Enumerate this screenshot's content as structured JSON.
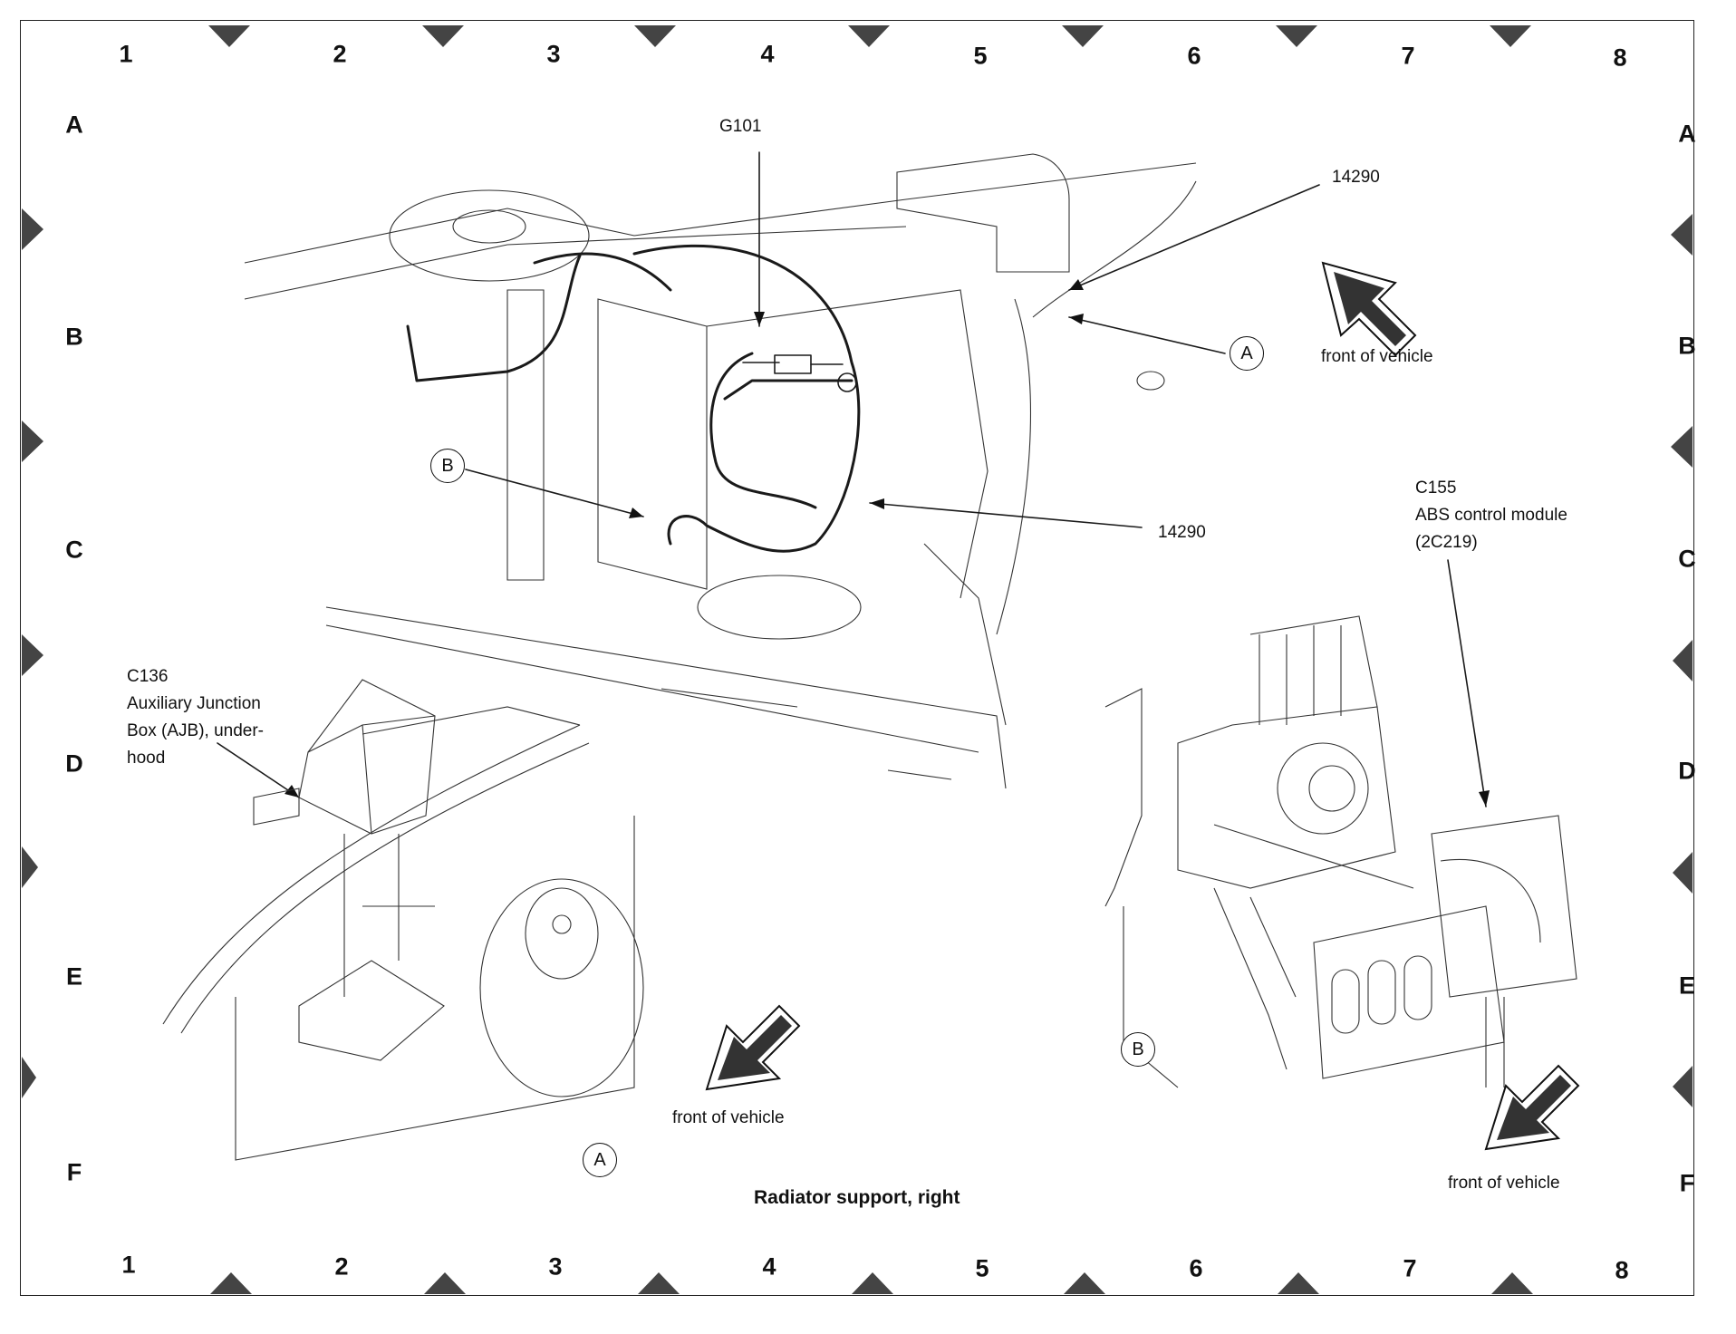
{
  "grid": {
    "columns": [
      "1",
      "2",
      "3",
      "4",
      "5",
      "6",
      "7",
      "8"
    ],
    "rows": [
      "A",
      "B",
      "C",
      "D",
      "E",
      "F"
    ]
  },
  "callouts": {
    "g101": "G101",
    "part_14290_top": "14290",
    "part_14290_mid": "14290",
    "c155_lines": [
      "C155",
      "ABS control module",
      "(2C219)"
    ],
    "c136_lines": [
      "C136",
      "Auxiliary Junction",
      "Box (AJB), under-",
      "hood"
    ]
  },
  "view_markers": {
    "a": "A",
    "b": "B"
  },
  "arrows": {
    "front_top": "front of vehicle",
    "front_bottom_left": "front of vehicle",
    "front_bottom_right": "front of vehicle"
  },
  "caption": "Radiator support, right"
}
